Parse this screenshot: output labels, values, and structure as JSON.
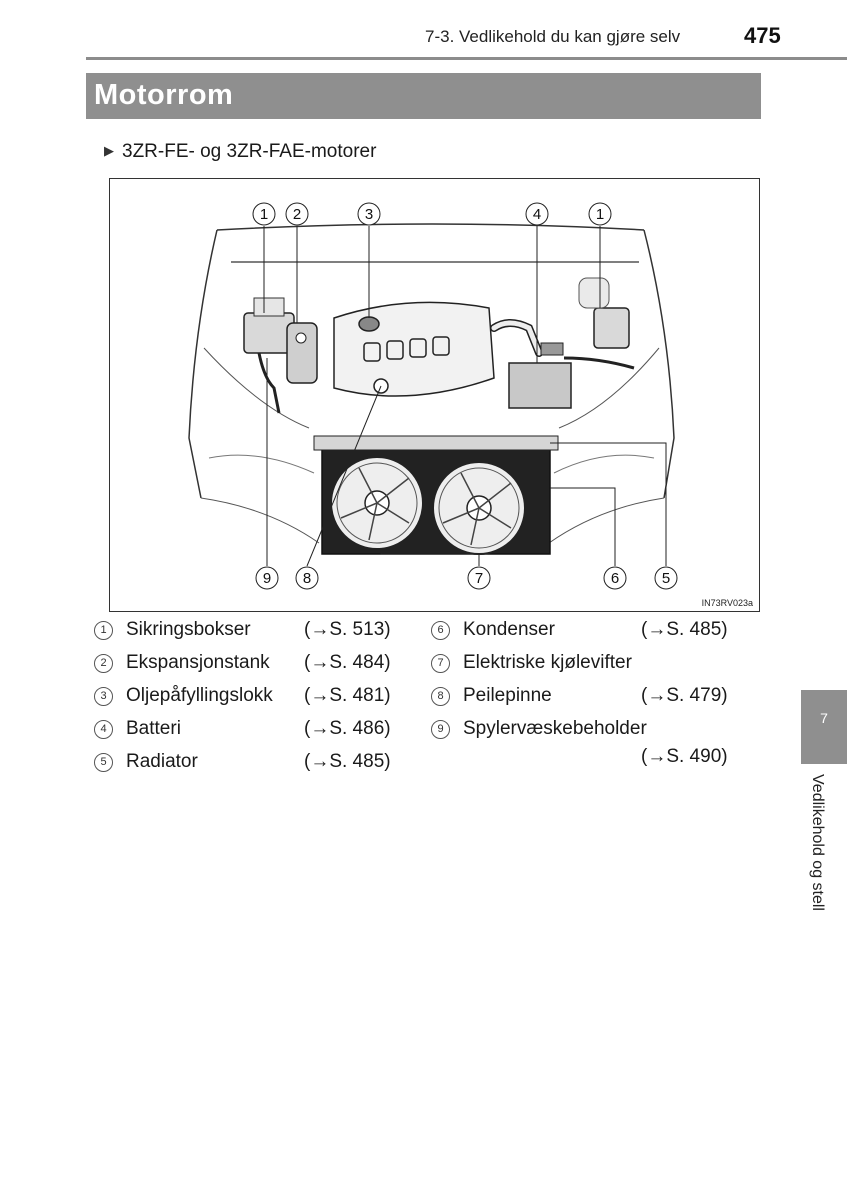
{
  "header": {
    "section": "7-3. Vedlikehold du kan gjøre selv",
    "page_number": "475"
  },
  "title": "Motorrom",
  "subheading": "3ZR-FE- og 3ZR-FAE-motorer",
  "figure": {
    "code": "IN73RV023a",
    "callouts": {
      "top": [
        "1",
        "2",
        "3",
        "4",
        "1"
      ],
      "bottom": [
        "9",
        "8",
        "7",
        "6",
        "5"
      ]
    }
  },
  "legend": {
    "col1": [
      {
        "num": "1",
        "name": "Sikringsbokser",
        "ref": "(→S. 513)"
      },
      {
        "num": "2",
        "name": "Ekspansjonstank",
        "ref": "(→S. 484)"
      },
      {
        "num": "3",
        "name": "Oljepåfyllingslokk",
        "ref": "(→S. 481)"
      },
      {
        "num": "4",
        "name": "Batteri",
        "ref": "(→S. 486)"
      },
      {
        "num": "5",
        "name": "Radiator",
        "ref": "(→S. 485)"
      }
    ],
    "col2": [
      {
        "num": "6",
        "name": "Kondenser",
        "ref": "(→S. 485)"
      },
      {
        "num": "7",
        "name": "Elektriske kjølevifter",
        "ref": ""
      },
      {
        "num": "8",
        "name": "Peilepinne",
        "ref": "(→S. 479)"
      },
      {
        "num": "9",
        "name": "Spylervæskebeholder",
        "ref": "(→S. 490)"
      }
    ]
  },
  "side_tab": {
    "number": "7",
    "label": "Vedlikehold og stell"
  }
}
